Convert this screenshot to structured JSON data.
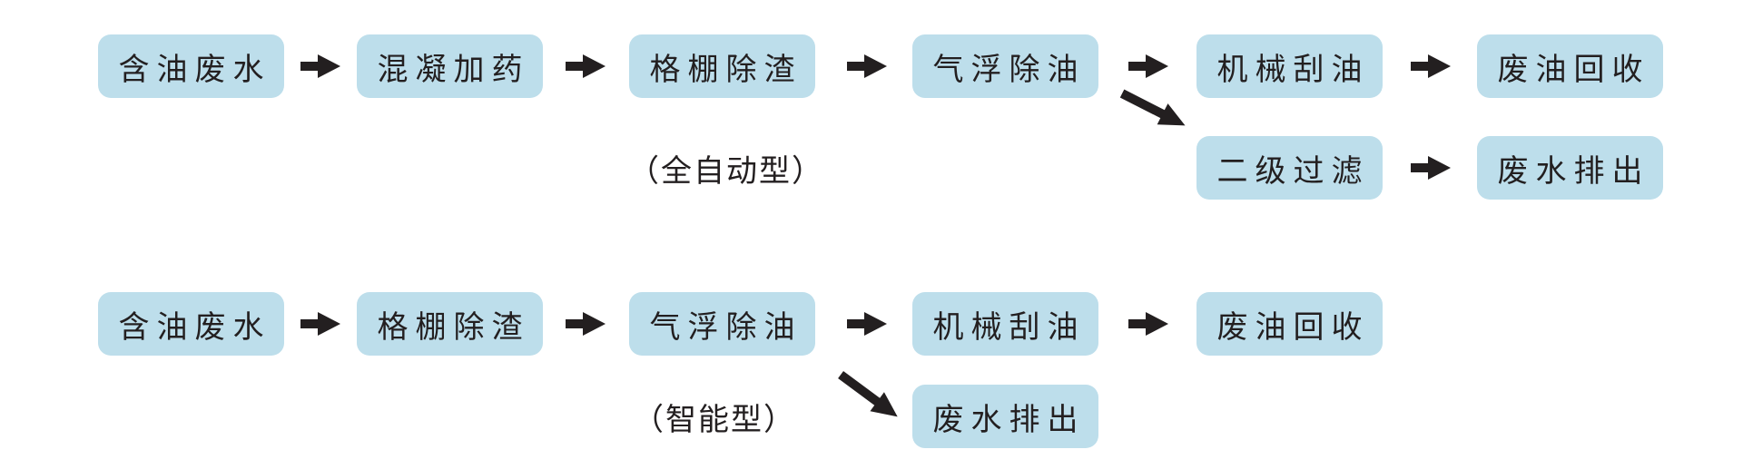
{
  "flows": [
    {
      "type_label": "（全自动型）",
      "main_steps": [
        "含油废水",
        "混凝加药",
        "格棚除渣",
        "气浮除油",
        "机械刮油",
        "废油回收"
      ],
      "branch_steps": [
        "二级过滤",
        "废水排出"
      ]
    },
    {
      "type_label": "（智能型）",
      "main_steps": [
        "含油废水",
        "格棚除渣",
        "气浮除油",
        "机械刮油",
        "废油回收"
      ],
      "branch_steps": [
        "废水排出"
      ]
    }
  ],
  "icons": {
    "flow_arrow": "arrow-right",
    "branch_arrow": "arrow-down-right"
  },
  "colors": {
    "background": "#ffffff",
    "box_fill": "#bddeeb",
    "text": "#231f20",
    "arrow": "#231f20"
  }
}
